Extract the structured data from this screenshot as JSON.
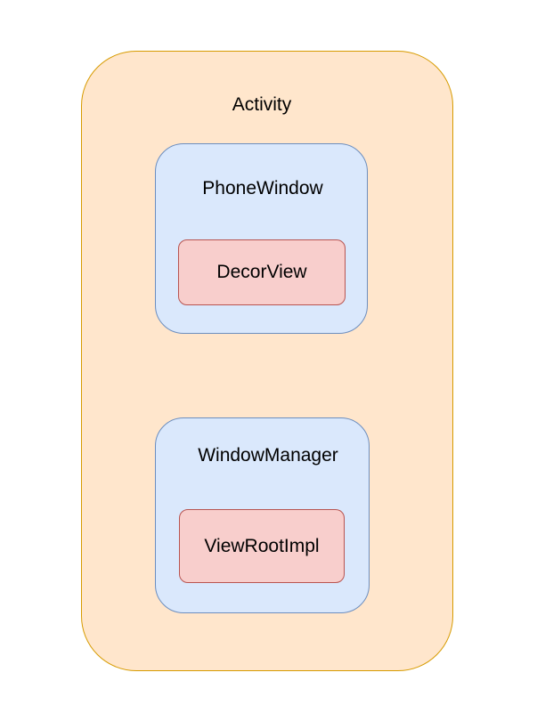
{
  "diagram": {
    "activity": {
      "label": "Activity",
      "fill": "#ffe6cc",
      "stroke": "#d79b00"
    },
    "phone_window": {
      "label": "PhoneWindow",
      "fill": "#dae8fc",
      "stroke": "#6c8ebf",
      "child": {
        "label": "DecorView",
        "fill": "#f8cecc",
        "stroke": "#b85450"
      }
    },
    "window_manager": {
      "label": "WindowManager",
      "fill": "#dae8fc",
      "stroke": "#6c8ebf",
      "child": {
        "label": "ViewRootImpl",
        "fill": "#f8cecc",
        "stroke": "#b85450"
      }
    }
  }
}
